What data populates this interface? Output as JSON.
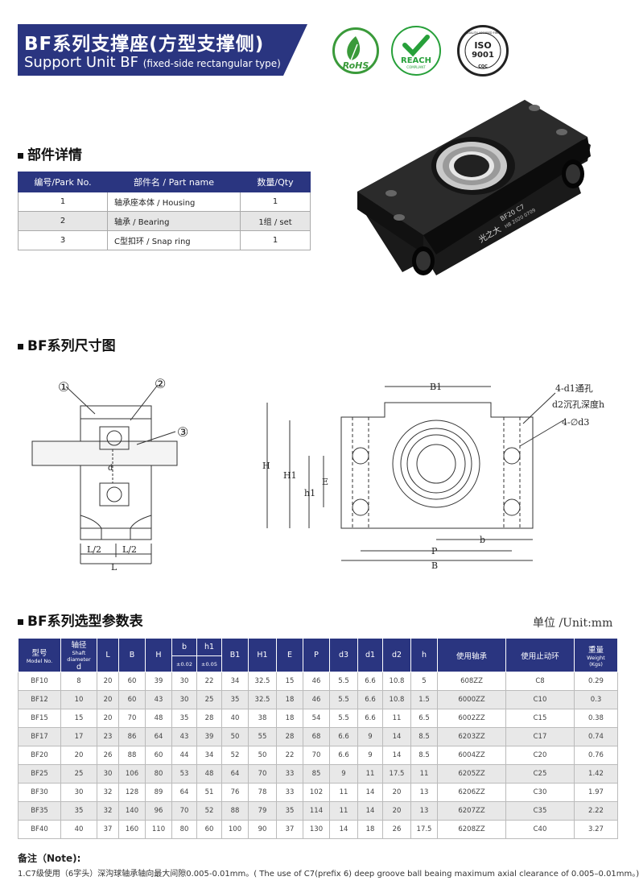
{
  "header": {
    "title_cn": "BF系列支撑座(方型支撑侧)",
    "title_en": "Support Unit BF",
    "title_en_sub": "(fixed-side rectangular type)"
  },
  "logos": {
    "rohs": "RoHS",
    "reach": "REACH",
    "reach_sub": "COMPLIANT",
    "iso": "ISO",
    "iso_num": "9001",
    "iso_ring": "QUALITY ASSURED FIRM",
    "iso_cqc": "CQC"
  },
  "parts_section": {
    "heading": "部件详情",
    "columns": [
      "编号/Park No.",
      "部件名 / Part name",
      "数量/Qty"
    ],
    "rows": [
      [
        "1",
        "轴承座本体 / Housing",
        "1"
      ],
      [
        "2",
        "轴承 / Bearing",
        "1组 / set"
      ],
      [
        "3",
        "C型扣环 / Snap ring",
        "1"
      ]
    ]
  },
  "product_photo": {
    "engraving": "光之大",
    "marking1": "BF20 C7",
    "marking2": "HB 2020 0709"
  },
  "dimension_section": {
    "heading": "BF系列尺寸图",
    "callouts": [
      "①",
      "②",
      "③"
    ],
    "left_labels": {
      "d": "d",
      "l2a": "L/2",
      "l2b": "L/2",
      "l": "L"
    },
    "right_labels": {
      "B1": "B1",
      "H": "H",
      "H1": "H1",
      "h1": "h1",
      "E": "E",
      "b": "b",
      "P": "P",
      "B": "B",
      "note1": "4-d1通孔",
      "note2": "d2沉孔深度h",
      "note3": "4-∅d3"
    }
  },
  "spec_section": {
    "heading": "BF系列选型参数表",
    "unit": "单位 /Unit:mm",
    "header": {
      "model": "型号",
      "model_en": "Model No.",
      "shaft": "轴径",
      "shaft_en": "Shaft diameter",
      "shaft_d": "d",
      "L": "L",
      "B": "B",
      "H": "H",
      "b": "b",
      "b_tol": "±0.02",
      "h1": "h1",
      "h1_tol": "±0.05",
      "B1": "B1",
      "H1": "H1",
      "E": "E",
      "P": "P",
      "d3": "d3",
      "d1": "d1",
      "d2": "d2",
      "h": "h",
      "bearing": "使用轴承",
      "ring": "使用止动环",
      "weight": "重量",
      "weight_en": "Weight",
      "weight_unit": "(Kgs)"
    },
    "rows": [
      [
        "BF10",
        "8",
        "20",
        "60",
        "39",
        "30",
        "22",
        "34",
        "32.5",
        "15",
        "46",
        "5.5",
        "6.6",
        "10.8",
        "5",
        "608ZZ",
        "C8",
        "0.29"
      ],
      [
        "BF12",
        "10",
        "20",
        "60",
        "43",
        "30",
        "25",
        "35",
        "32.5",
        "18",
        "46",
        "5.5",
        "6.6",
        "10.8",
        "1.5",
        "6000ZZ",
        "C10",
        "0.3"
      ],
      [
        "BF15",
        "15",
        "20",
        "70",
        "48",
        "35",
        "28",
        "40",
        "38",
        "18",
        "54",
        "5.5",
        "6.6",
        "11",
        "6.5",
        "6002ZZ",
        "C15",
        "0.38"
      ],
      [
        "BF17",
        "17",
        "23",
        "86",
        "64",
        "43",
        "39",
        "50",
        "55",
        "28",
        "68",
        "6.6",
        "9",
        "14",
        "8.5",
        "6203ZZ",
        "C17",
        "0.74"
      ],
      [
        "BF20",
        "20",
        "26",
        "88",
        "60",
        "44",
        "34",
        "52",
        "50",
        "22",
        "70",
        "6.6",
        "9",
        "14",
        "8.5",
        "6004ZZ",
        "C20",
        "0.76"
      ],
      [
        "BF25",
        "25",
        "30",
        "106",
        "80",
        "53",
        "48",
        "64",
        "70",
        "33",
        "85",
        "9",
        "11",
        "17.5",
        "11",
        "6205ZZ",
        "C25",
        "1.42"
      ],
      [
        "BF30",
        "30",
        "32",
        "128",
        "89",
        "64",
        "51",
        "76",
        "78",
        "33",
        "102",
        "11",
        "14",
        "20",
        "13",
        "6206ZZ",
        "C30",
        "1.97"
      ],
      [
        "BF35",
        "35",
        "32",
        "140",
        "96",
        "70",
        "52",
        "88",
        "79",
        "35",
        "114",
        "11",
        "14",
        "20",
        "13",
        "6207ZZ",
        "C35",
        "2.22"
      ],
      [
        "BF40",
        "40",
        "37",
        "160",
        "110",
        "80",
        "60",
        "100",
        "90",
        "37",
        "130",
        "14",
        "18",
        "26",
        "17.5",
        "6208ZZ",
        "C40",
        "3.27"
      ]
    ]
  },
  "notes": {
    "label": "备注（Note):",
    "text": "1.C7级使用（6字头）深沟球轴承轴向最大间隙0.005-0.01mm。( The use of C7(prefix 6) deep groove ball beaing maximum axial clearance of 0.005–0.01mm。)"
  },
  "colors": {
    "brand": "#2a3580",
    "row_alt": "#e6e6e6"
  }
}
